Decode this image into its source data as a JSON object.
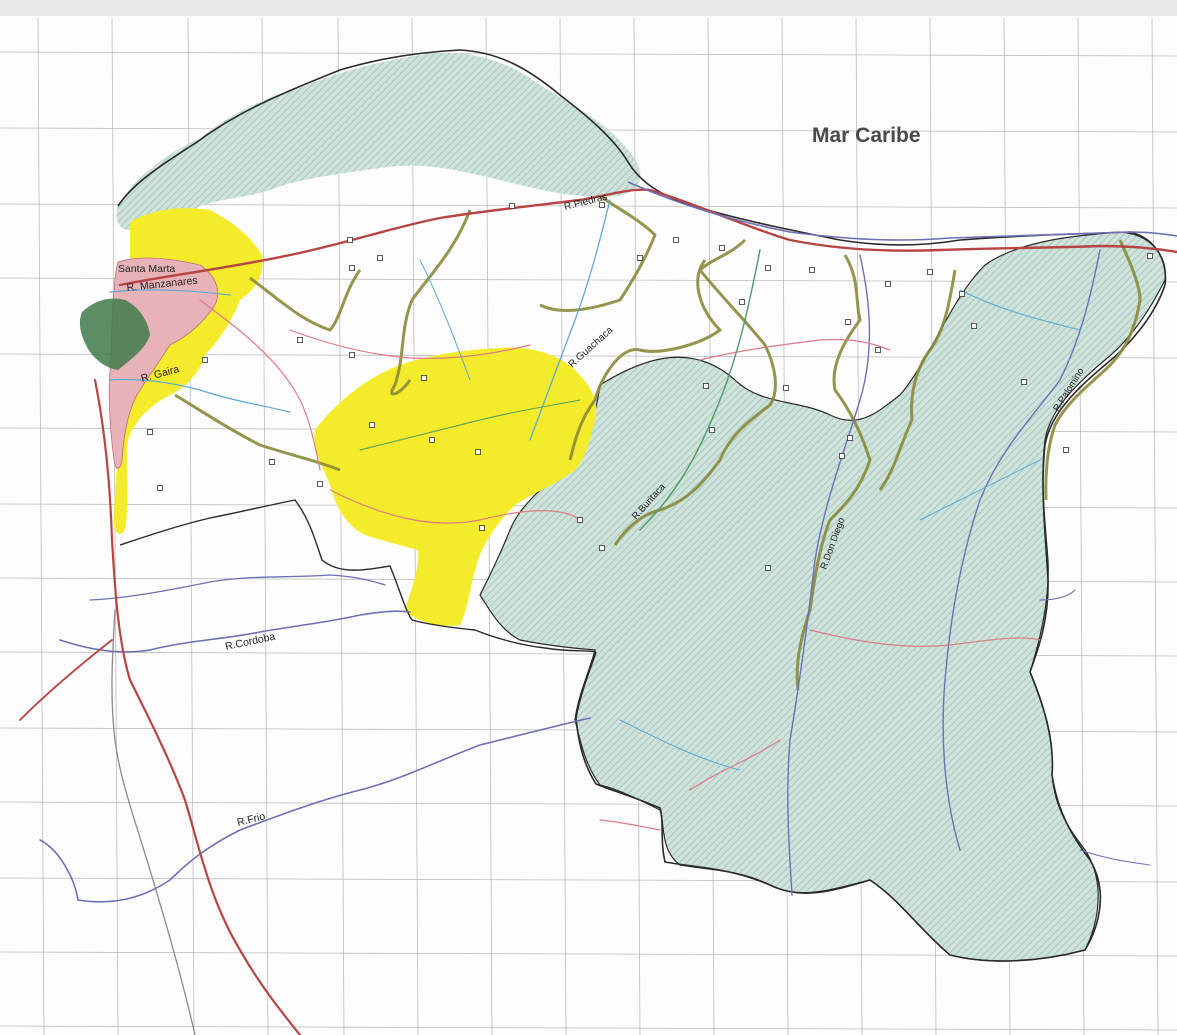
{
  "map": {
    "sea_label": "Mar Caribe",
    "colors": {
      "paper": "#ffffff",
      "grid": "#b9b9b9",
      "protected_area": "#cfe3dc",
      "protected_hatch": "#8fb9a9",
      "yellow_zone": "#f4ec2a",
      "urban_zone": "#e7b3b8",
      "forest_dark": "#3f7a4a",
      "river": "#6f6fb8",
      "river_blue": "#5fa9d6",
      "river_green": "#4c9a6a",
      "road_primary": "#b94444",
      "road_secondary": "#e07a86",
      "railway": "#7a7a7a",
      "watershed_line": "#8a8a3a",
      "boundary": "#2a2a2a"
    },
    "rivers": [
      {
        "id": "manzanares",
        "label": "R. Manzanares"
      },
      {
        "id": "gaira",
        "label": "R. Gaira"
      },
      {
        "id": "piedras",
        "label": "R.Piedras"
      },
      {
        "id": "guachaca",
        "label": "R.Guachaca"
      },
      {
        "id": "buritaca",
        "label": "R.Buritaca"
      },
      {
        "id": "don_diego",
        "label": "R.Don Diego"
      },
      {
        "id": "palomino",
        "label": "R.Palomino"
      },
      {
        "id": "cordoba",
        "label": "R.Cordoba"
      },
      {
        "id": "frio",
        "label": "R.Frio"
      }
    ],
    "places": [
      {
        "id": "santa_marta",
        "label": "Santa Marta"
      }
    ]
  }
}
